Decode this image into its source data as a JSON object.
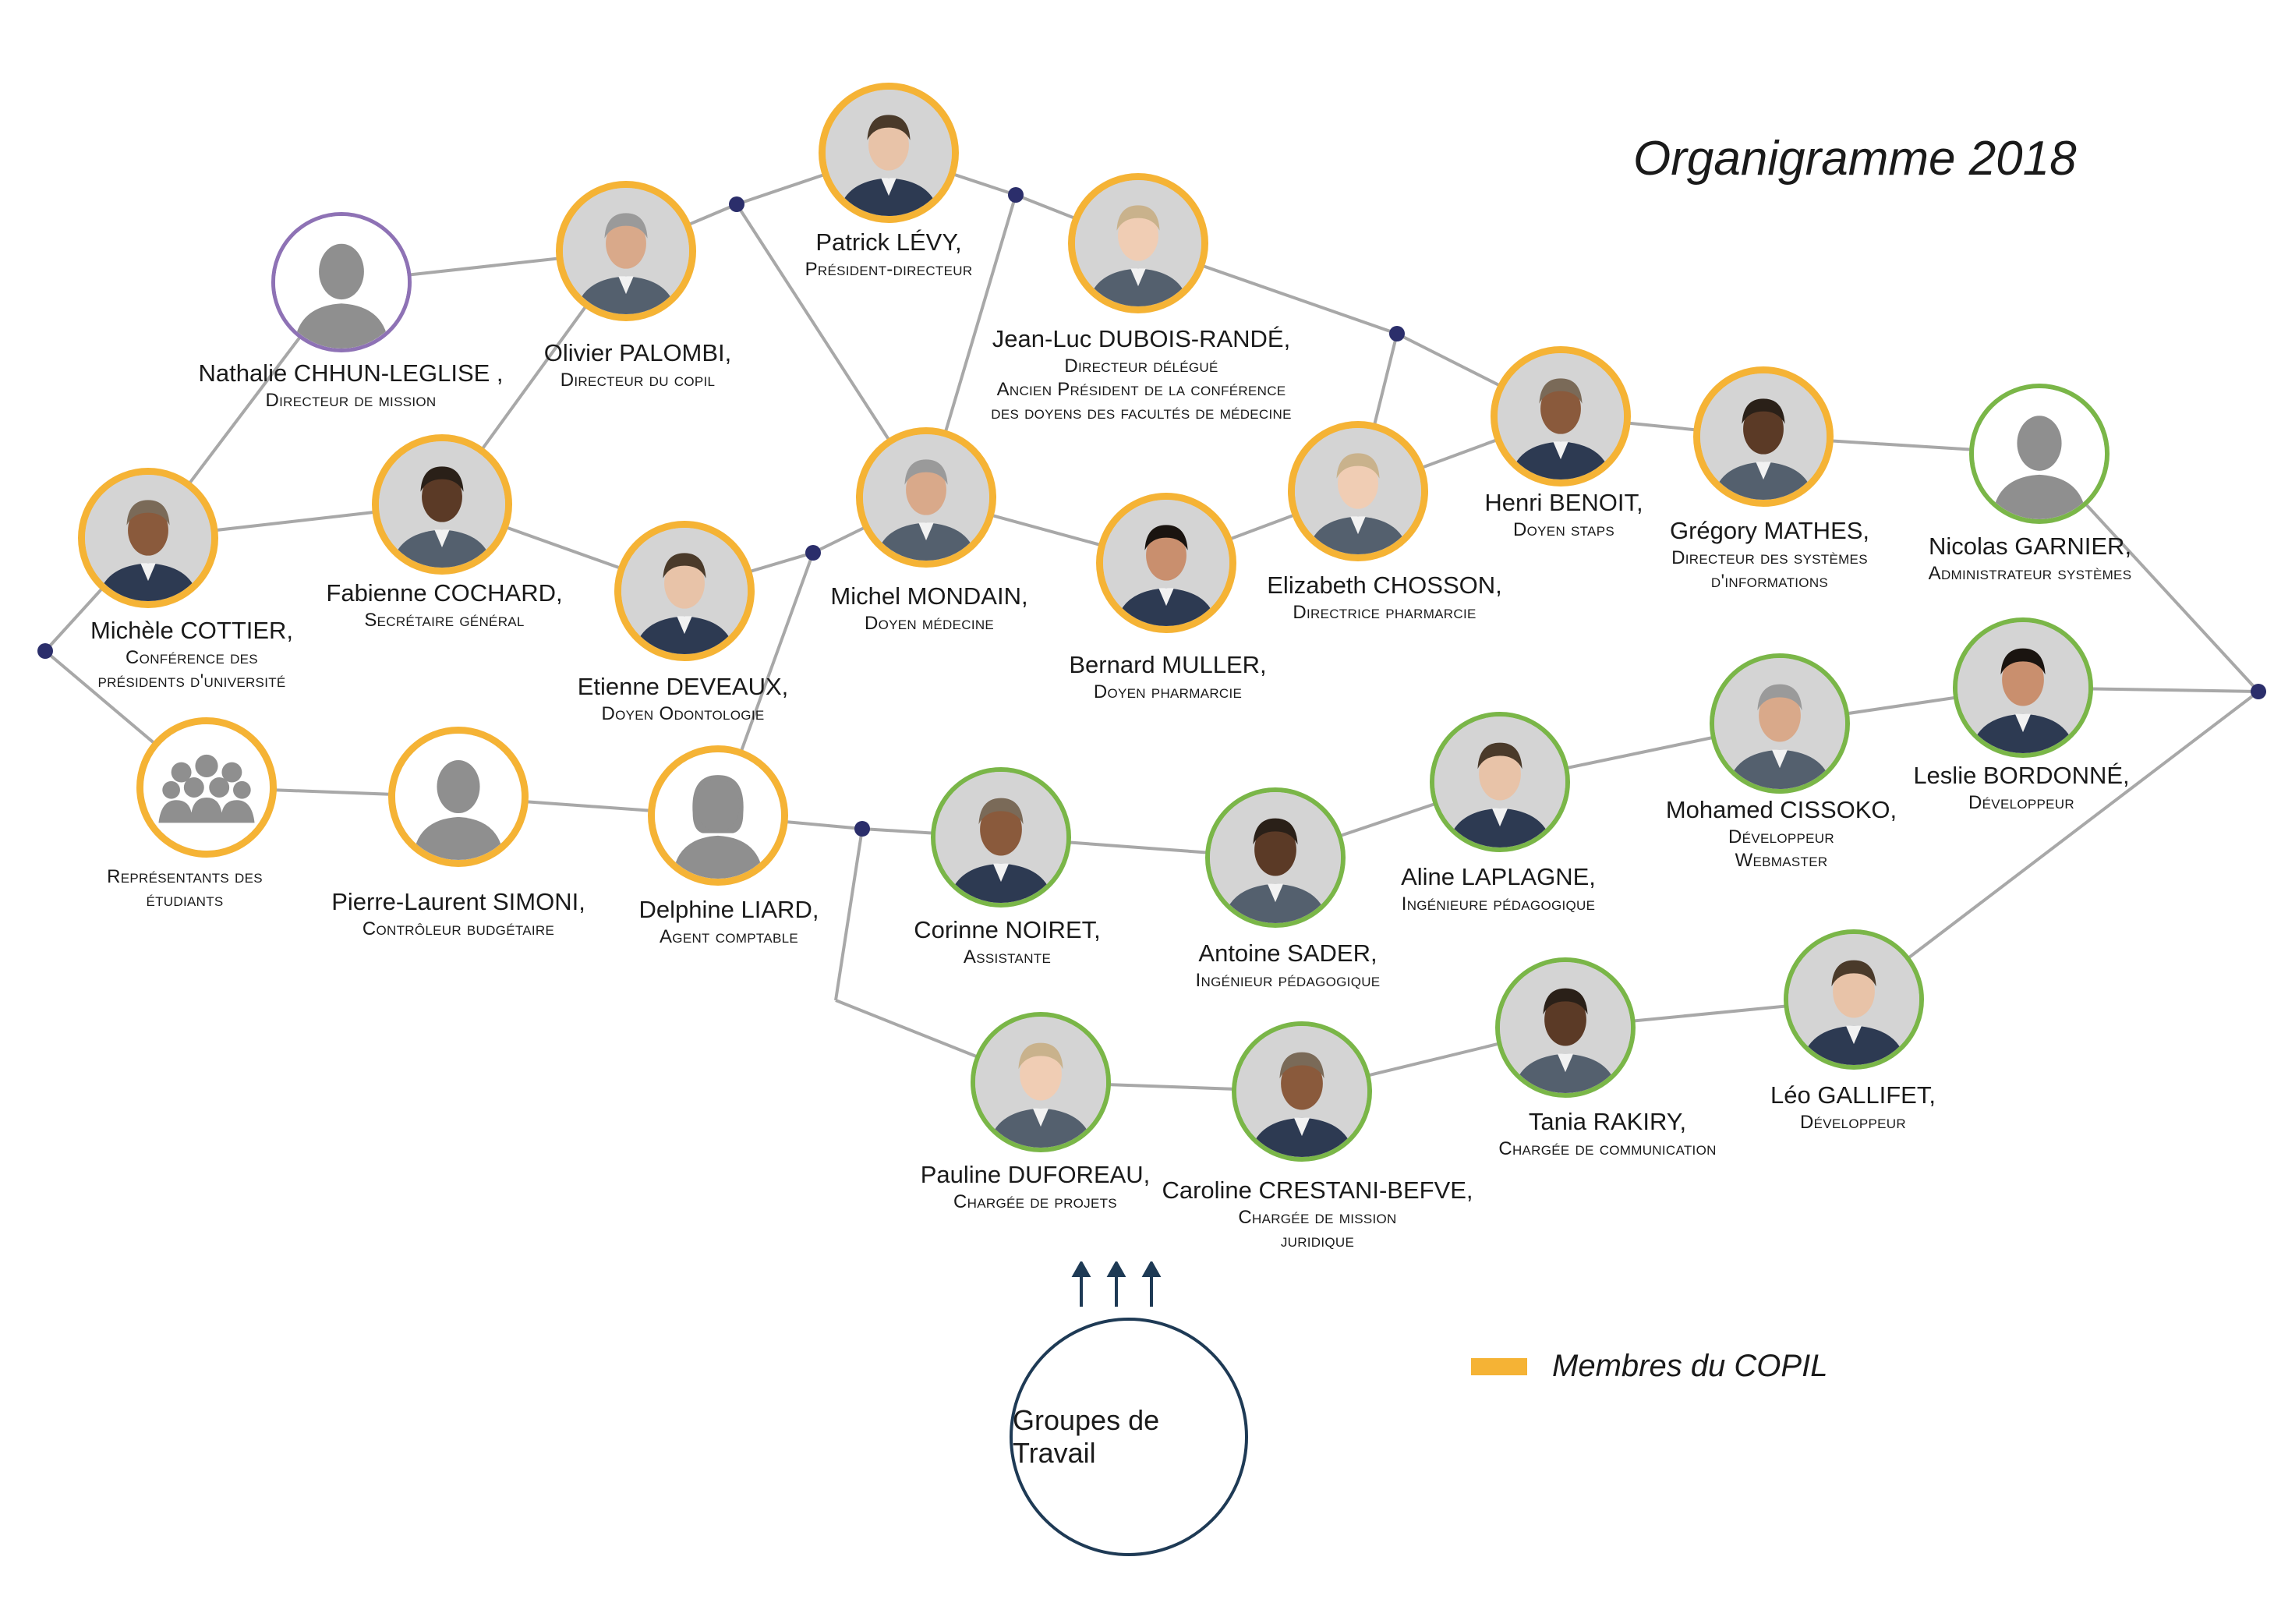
{
  "title": "Organigramme 2018",
  "colors": {
    "copil": "#f5b335",
    "staff": "#7ab648",
    "mission": "#8e72b5",
    "line": "#a8a8a8",
    "node": "#2b2e6b",
    "groups_border": "#1e3a55"
  },
  "people": [
    {
      "id": "patrick-levy",
      "name": "Patrick LÉVY,",
      "role_lines": [
        "Président-directeur"
      ],
      "ring": "copil",
      "photo": "photo"
    },
    {
      "id": "olivier-palombi",
      "name": "Olivier PALOMBI,",
      "role_lines": [
        "Directeur du copil"
      ],
      "ring": "copil",
      "photo": "photo"
    },
    {
      "id": "nathalie-chhun-leglise",
      "name": "Nathalie CHHUN-LEGLISE ,",
      "role_lines": [
        "Directeur de mission"
      ],
      "ring": "mission",
      "photo": "silhouette"
    },
    {
      "id": "jean-luc-dubois-rande",
      "name": "Jean-Luc DUBOIS-RANDÉ,",
      "role_lines": [
        "Directeur délégué",
        "Ancien Président de la conférence",
        "des doyens des facultés de médecine"
      ],
      "ring": "copil",
      "photo": "photo"
    },
    {
      "id": "michele-cottier",
      "name": "Michèle COTTIER,",
      "role_lines": [
        "Conférence des",
        "présidents d'université"
      ],
      "ring": "copil",
      "photo": "photo"
    },
    {
      "id": "fabienne-cochard",
      "name": "Fabienne COCHARD,",
      "role_lines": [
        "Secrétaire général"
      ],
      "ring": "copil",
      "photo": "photo"
    },
    {
      "id": "etienne-deveaux",
      "name": "Etienne DEVEAUX,",
      "role_lines": [
        "Doyen Odontologie"
      ],
      "ring": "copil",
      "photo": "photo"
    },
    {
      "id": "michel-mondain",
      "name": "Michel MONDAIN,",
      "role_lines": [
        "Doyen médecine"
      ],
      "ring": "copil",
      "photo": "photo"
    },
    {
      "id": "bernard-muller",
      "name": "Bernard MULLER,",
      "role_lines": [
        "Doyen pharmarcie"
      ],
      "ring": "copil",
      "photo": "photo"
    },
    {
      "id": "elizabeth-chosson",
      "name": "Elizabeth CHOSSON,",
      "role_lines": [
        "Directrice pharmarcie"
      ],
      "ring": "copil",
      "photo": "photo"
    },
    {
      "id": "henri-benoit",
      "name": "Henri BENOIT,",
      "role_lines": [
        "Doyen staps"
      ],
      "ring": "copil",
      "photo": "photo"
    },
    {
      "id": "gregory-mathes",
      "name": "Grégory MATHES,",
      "role_lines": [
        "Directeur des systèmes",
        "d'informations"
      ],
      "ring": "copil",
      "photo": "photo"
    },
    {
      "id": "nicolas-garnier",
      "name": "Nicolas GARNIER,",
      "role_lines": [
        "Administrateur systèmes"
      ],
      "ring": "staff",
      "photo": "silhouette"
    },
    {
      "id": "representants-etudiants",
      "name": "",
      "role_lines": [
        "Représentants des",
        "étudiants"
      ],
      "ring": "copil",
      "photo": "group"
    },
    {
      "id": "pierre-laurent-simoni",
      "name": "Pierre-Laurent SIMONI,",
      "role_lines": [
        "Contrôleur budgétaire"
      ],
      "ring": "copil",
      "photo": "silhouette"
    },
    {
      "id": "delphine-liard",
      "name": "Delphine LIARD,",
      "role_lines": [
        "Agent comptable"
      ],
      "ring": "copil",
      "photo": "silhouette-f"
    },
    {
      "id": "corinne-noiret",
      "name": "Corinne NOIRET,",
      "role_lines": [
        "Assistante"
      ],
      "ring": "staff",
      "photo": "photo"
    },
    {
      "id": "antoine-sader",
      "name": "Antoine SADER,",
      "role_lines": [
        "Ingénieur pédagogique"
      ],
      "ring": "staff",
      "photo": "photo"
    },
    {
      "id": "aline-laplagne",
      "name": "Aline LAPLAGNE,",
      "role_lines": [
        "Ingénieure pédagogique"
      ],
      "ring": "staff",
      "photo": "photo"
    },
    {
      "id": "mohamed-cissoko",
      "name": "Mohamed CISSOKO,",
      "role_lines": [
        "Développeur",
        "Webmaster"
      ],
      "ring": "staff",
      "photo": "photo"
    },
    {
      "id": "leslie-bordonne",
      "name": "Leslie BORDONNÉ,",
      "role_lines": [
        "Développeur"
      ],
      "ring": "staff",
      "photo": "photo"
    },
    {
      "id": "pauline-duforeau",
      "name": "Pauline DUFOREAU,",
      "role_lines": [
        "Chargée de projets"
      ],
      "ring": "staff",
      "photo": "photo"
    },
    {
      "id": "caroline-crestani-befve",
      "name": "Caroline CRESTANI-BEFVE,",
      "role_lines": [
        "Chargée de mission",
        "juridique"
      ],
      "ring": "staff",
      "photo": "photo"
    },
    {
      "id": "tania-rakiry",
      "name": "Tania RAKIRY,",
      "role_lines": [
        "Chargée de communication"
      ],
      "ring": "staff",
      "photo": "photo"
    },
    {
      "id": "leo-gallifet",
      "name": "Léo GALLIFET,",
      "role_lines": [
        "Développeur"
      ],
      "ring": "staff",
      "photo": "photo"
    }
  ],
  "groups": {
    "label": "Groupes de Travail"
  },
  "legend": {
    "label": "Membres du COPIL"
  }
}
